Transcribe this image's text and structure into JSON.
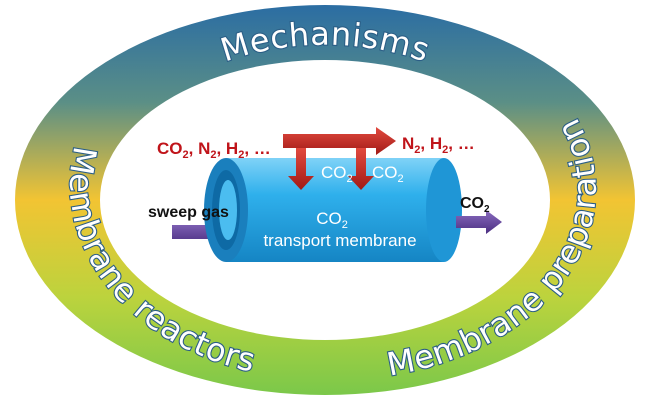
{
  "ring_labels": {
    "top": "Mechanisms",
    "left": "Membrane reactors",
    "right": "Membrane preparation"
  },
  "feed": {
    "main": "CO",
    "sub": "2",
    "rest": ", N",
    "sub2": "2",
    "rest2": ", H",
    "sub3": "2",
    "rest3": ", …"
  },
  "retentate": {
    "main": "N",
    "sub": "2",
    "rest": ", H",
    "sub2": "2",
    "rest2": ", …"
  },
  "sweep": {
    "label": "sweep gas"
  },
  "permeate": {
    "main": "CO",
    "sub": "2"
  },
  "transfer": {
    "left": {
      "main": "CO",
      "sub": "2"
    },
    "right": {
      "main": "CO",
      "sub": "2"
    }
  },
  "membrane": {
    "line1_main": "CO",
    "line1_sub": "2",
    "line2": "transport membrane"
  },
  "colors": {
    "ring_top": "#2b6da3",
    "ring_middle": "#f2c433",
    "ring_bottom": "#7bc84a",
    "tube": "#27a9e8",
    "red_arrow": "#c8231f",
    "purple_arrow": "#5a3a93",
    "red_text": "#c0141a"
  }
}
